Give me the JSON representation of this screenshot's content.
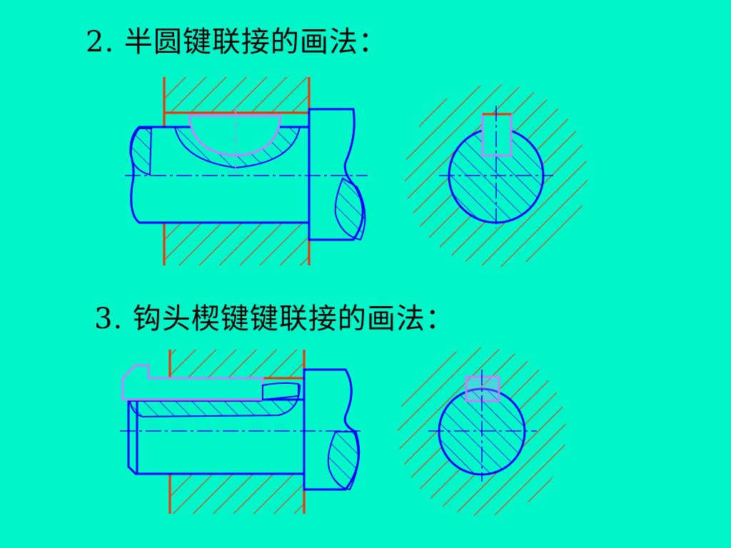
{
  "slide": {
    "section_2_title": "2. 半圆键联接的画法：",
    "section_3_title": "3. 钩头楔键键联接的画法："
  },
  "colors": {
    "background": "#00f5c8",
    "outline": "#0000ff",
    "hatch_shaft": "#0000ff",
    "hatch_hub": "#ff2a00",
    "key_outline": "#c080ff",
    "centerline": "#0000ff",
    "hub_edge": "#ff2a00"
  },
  "figures": [
    {
      "name": "woodruff-key-longitudinal-section",
      "section": "2"
    },
    {
      "name": "woodruff-key-cross-section",
      "section": "2"
    },
    {
      "name": "gib-head-key-longitudinal-section",
      "section": "3"
    },
    {
      "name": "gib-head-key-cross-section",
      "section": "3"
    }
  ]
}
